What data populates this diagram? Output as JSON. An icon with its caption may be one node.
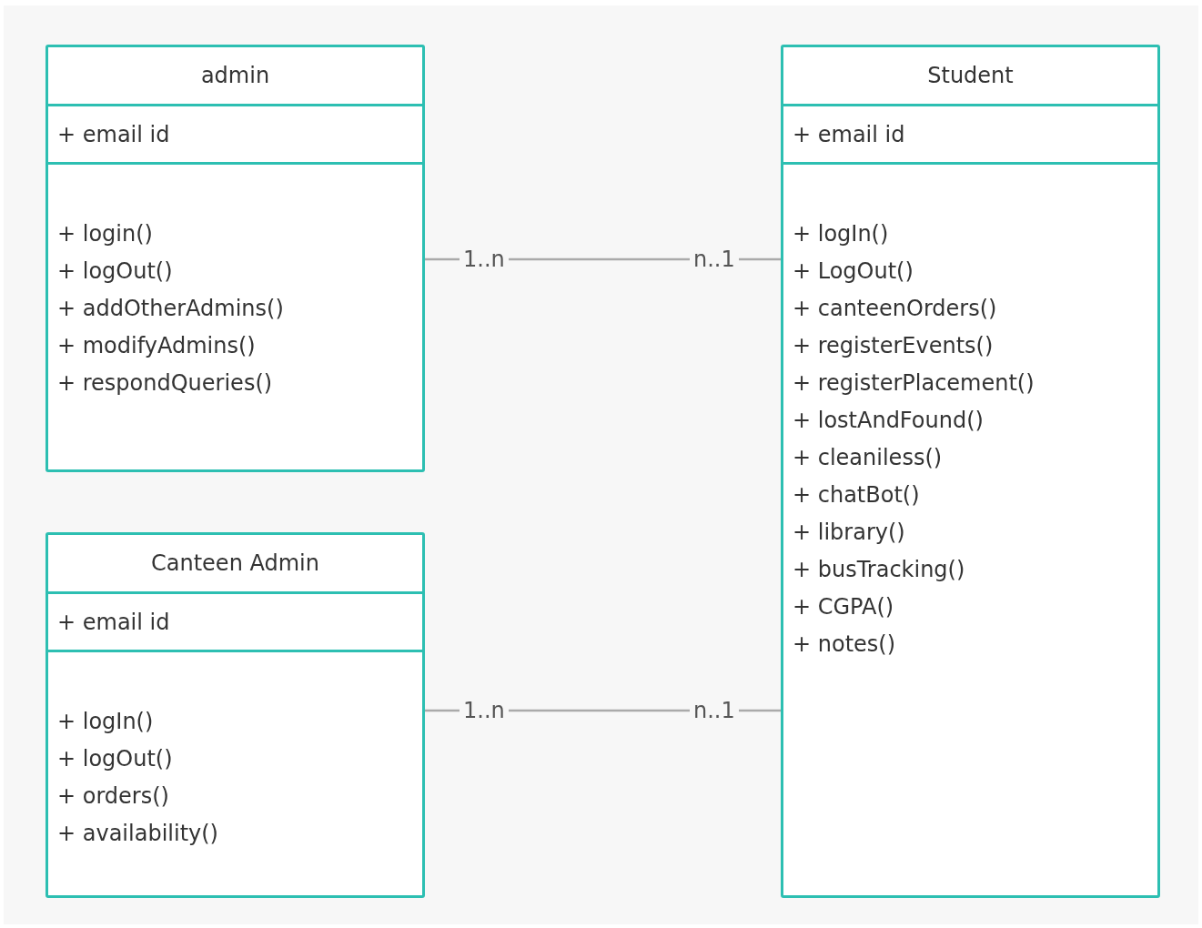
{
  "diagram": {
    "nodes": [
      {
        "text": [
          "admin",
          "+ email id",
          "+ login()",
          "+ logOut()",
          "+ addOtherAdmins()",
          "+ modifyAdmins()",
          "+ respondQueries()"
        ]
      },
      {
        "text": [
          "Student",
          "+ email id",
          "+ logIn()",
          "+ LogOut()",
          "+ canteenOrders()",
          "+ registerEvents()",
          "+ registerPlacement()",
          "+ lostAndFound()",
          "+ cleaniless()",
          "+ chatBot()",
          "+ library()",
          "+ busTracking()",
          "+ CGPA()",
          "+ notes()"
        ]
      },
      {
        "text": [
          "Canteen Admin",
          "+ email id",
          "+ logIn()",
          "+ logOut()",
          "+ orders()",
          "+ availability()"
        ]
      }
    ],
    "edges": [
      {
        "from": 0,
        "to": 1,
        "arrow": "none"
      },
      {
        "from": 2,
        "to": 1,
        "arrow": "none"
      }
    ],
    "labels": [
      "1..n",
      "n..1",
      "1..n",
      "n..1"
    ]
  }
}
